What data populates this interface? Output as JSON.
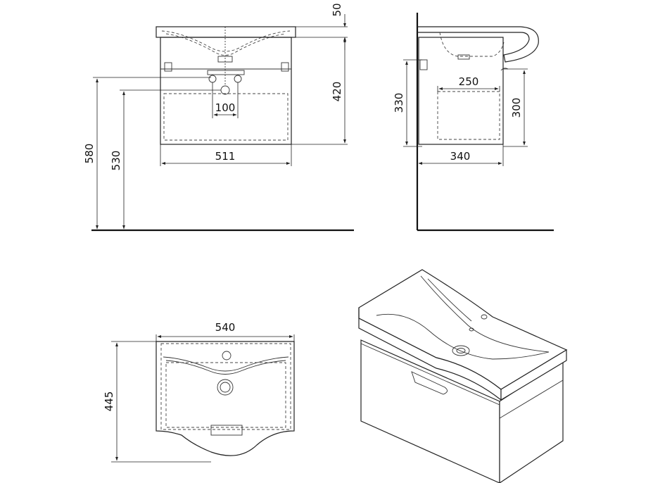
{
  "views": {
    "front": {
      "dims": {
        "top_thickness": "50",
        "cabinet_height": "420",
        "width": "511",
        "drain_spacing": "100",
        "height_total": "580",
        "height_drain": "530"
      }
    },
    "side": {
      "dims": {
        "drawer_depth": "250",
        "depth": "340",
        "height_left": "330",
        "height_right": "300"
      }
    },
    "top": {
      "dims": {
        "width": "540",
        "depth": "445"
      }
    }
  },
  "colors": {
    "line": "#222222",
    "background": "#ffffff"
  }
}
